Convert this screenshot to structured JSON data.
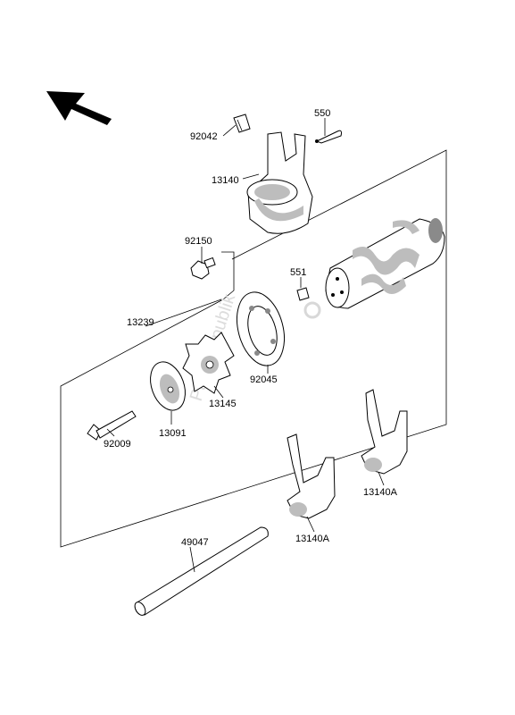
{
  "watermark": "PartsRepublik",
  "parts": {
    "p92042": "92042",
    "p550": "550",
    "p13140": "13140",
    "p92150": "92150",
    "p551": "551",
    "p13239": "13239",
    "p92045": "92045",
    "p13145": "13145",
    "p92009": "92009",
    "p13091": "13091",
    "p13140A_right": "13140A",
    "p13140A_left": "13140A",
    "p49047": "49047"
  }
}
